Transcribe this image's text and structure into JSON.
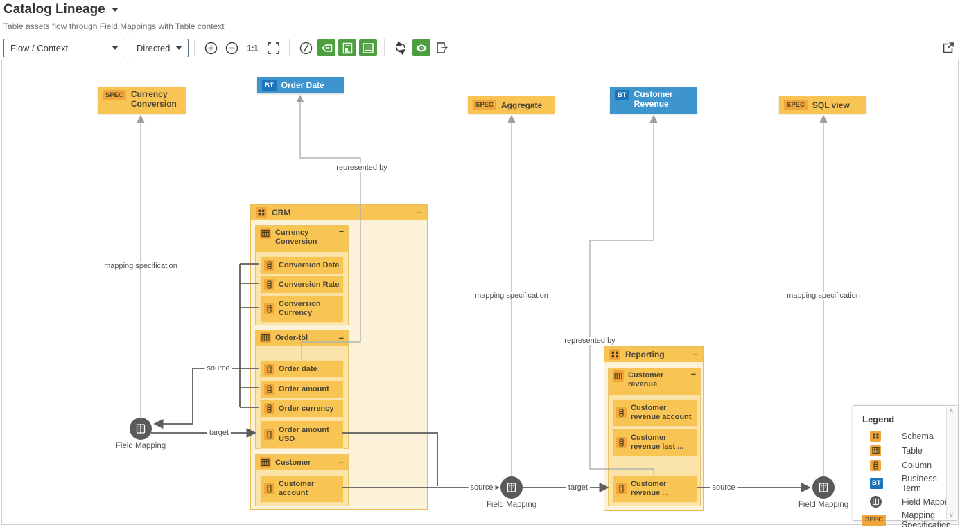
{
  "header": {
    "title": "Catalog Lineage",
    "subtitle": "Table assets flow through Field Mappings with Table context"
  },
  "toolbar": {
    "view_mode": "Flow / Context",
    "direction": "Directed",
    "zoom_actual": "1:1",
    "icons": [
      "zoom-in-icon",
      "zoom-out-icon",
      "actual-size",
      "fit-to-screen-icon",
      "clear-icon",
      "tag-icon",
      "report-icon",
      "list-icon",
      "refresh-icon",
      "eye-icon",
      "export-icon",
      "open-in-new-window-icon"
    ]
  },
  "colors": {
    "node_orange": "#f8c555",
    "chip_orange": "#f0a63c",
    "group_body": "#fcf2d9",
    "table_body": "#fae4a9",
    "node_blue": "#3e95cd",
    "bt_badge_blue": "#1a73bb",
    "field_mapping_gray": "#5a5a5a",
    "toolbar_green": "#4c9e3f",
    "edge_dark": "#5d5d5d",
    "edge_light": "#b3b3b3"
  },
  "canvas": {
    "collapse_glyph": "–",
    "field_mapping_label": "Field Mapping",
    "edge_labels": {
      "mapping_specification": "mapping specification",
      "represented_by": "represented by",
      "source": "source",
      "target": "target"
    },
    "top_nodes": [
      {
        "badge": "SPEC",
        "label": "Currency Conversion"
      },
      {
        "badge": "BT",
        "label": "Order Date"
      },
      {
        "badge": "SPEC",
        "label": "Aggregate"
      },
      {
        "badge": "BT",
        "label": "Customer Revenue"
      },
      {
        "badge": "SPEC",
        "label": "SQL view"
      }
    ],
    "groups": [
      {
        "label": "CRM",
        "tables": [
          {
            "label": "Currency Conversion",
            "columns": [
              "Conversion Date",
              "Conversion Rate",
              "Conversion Currency"
            ]
          },
          {
            "label": "Order-tbl",
            "columns": [
              "Order date",
              "Order amount",
              "Order currency",
              "Order amount USD"
            ]
          },
          {
            "label": "Customer",
            "columns": [
              "Customer account"
            ]
          }
        ]
      },
      {
        "label": "Reporting",
        "tables": [
          {
            "label": "Customer revenue",
            "columns": [
              "Customer revenue account",
              "Customer revenue last ...",
              "Customer revenue ..."
            ]
          }
        ]
      }
    ]
  },
  "badges": {
    "business_term": "BT",
    "mapping_specification": "SPEC"
  },
  "legend": {
    "title": "Legend",
    "items": [
      {
        "icon": "schema-icon",
        "label": "Schema"
      },
      {
        "icon": "table-icon",
        "label": "Table"
      },
      {
        "icon": "column-icon",
        "label": "Column"
      },
      {
        "icon": "business-term-badge",
        "label": "Business Term"
      },
      {
        "icon": "field-mapping-icon",
        "label": "Field Mapping"
      },
      {
        "icon": "mapping-specification-badge",
        "label": "Mapping Specification"
      }
    ]
  }
}
